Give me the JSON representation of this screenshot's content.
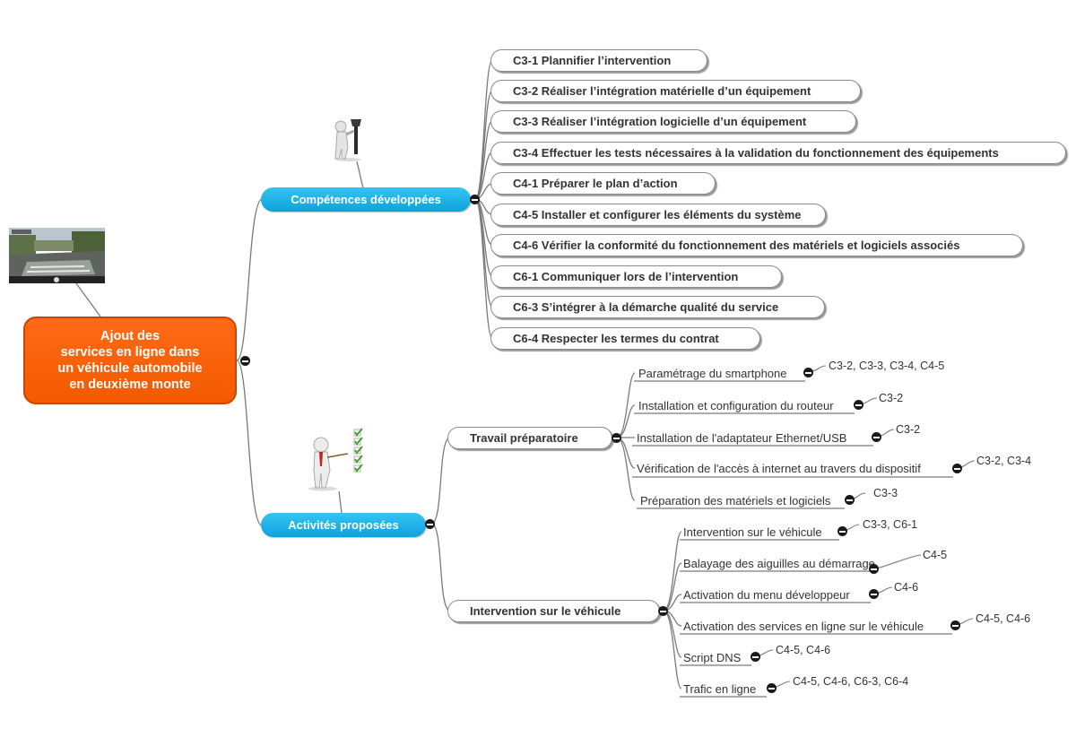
{
  "root": {
    "lines": [
      "Ajout des",
      "services en ligne dans",
      "un véhicule automobile",
      "en deuxième monte"
    ]
  },
  "competences": {
    "label": "Compétences développées",
    "items": [
      "C3-1 Plannifier l’intervention",
      "C3-2 Réaliser l’intégration matérielle d’un équipement",
      "C3-3 Réaliser l’intégration logicielle d’un équipement",
      "C3-4 Effectuer les tests nécessaires à la validation du fonctionnement des équipements",
      "C4-1 Préparer le plan d’action",
      "C4-5 Installer et configurer les éléments du système",
      "C4-6 Vérifier la conformité du fonctionnement des matériels et logiciels associés",
      "C6-1 Communiquer lors de l’intervention",
      "C6-3 S’intégrer à la démarche qualité du service",
      "C6-4 Respecter les termes du contrat"
    ]
  },
  "activites": {
    "label": "Activités proposées",
    "travail": {
      "label": "Travail préparatoire",
      "items": [
        {
          "text": "Paramétrage  du  smartphone",
          "refs": "C3-2, C3-3, C3-4, C4-5"
        },
        {
          "text": "Installation  et  configuration  du  routeur",
          "refs": "C3-2"
        },
        {
          "text": "Installation de l'adaptateur Ethernet/USB",
          "refs": "C3-2"
        },
        {
          "text": "Vérification de l'accès à internet au travers du dispositif",
          "refs": "C3-2, C3-4"
        },
        {
          "text": "Préparation des matériels et logiciels",
          "refs": "C3-3"
        }
      ]
    },
    "intervention": {
      "label": "Intervention sur le véhicule",
      "items": [
        {
          "text": "Intervention sur le véhicule",
          "refs": "C3-3, C6-1"
        },
        {
          "text": "Balayage des aiguilles au démarrage",
          "refs": "C4-5"
        },
        {
          "text": "Activation du menu développeur",
          "refs": "C4-6"
        },
        {
          "text": "Activation des services en ligne sur le véhicule",
          "refs": "C4-5, C4-6"
        },
        {
          "text": "Script  DNS",
          "refs": "C4-5, C4-6"
        },
        {
          "text": "Trafic en ligne",
          "refs": "C4-5, C4-6, C6-3, C6-4"
        }
      ]
    }
  },
  "colors": {
    "root": "#f35a00",
    "branch": "#0ea2dc",
    "connector": "#7a7a7a"
  },
  "icons": [
    "street-photo",
    "wrench-figure-icon",
    "teacher-checklist-icon",
    "collapse-toggle-icon"
  ]
}
